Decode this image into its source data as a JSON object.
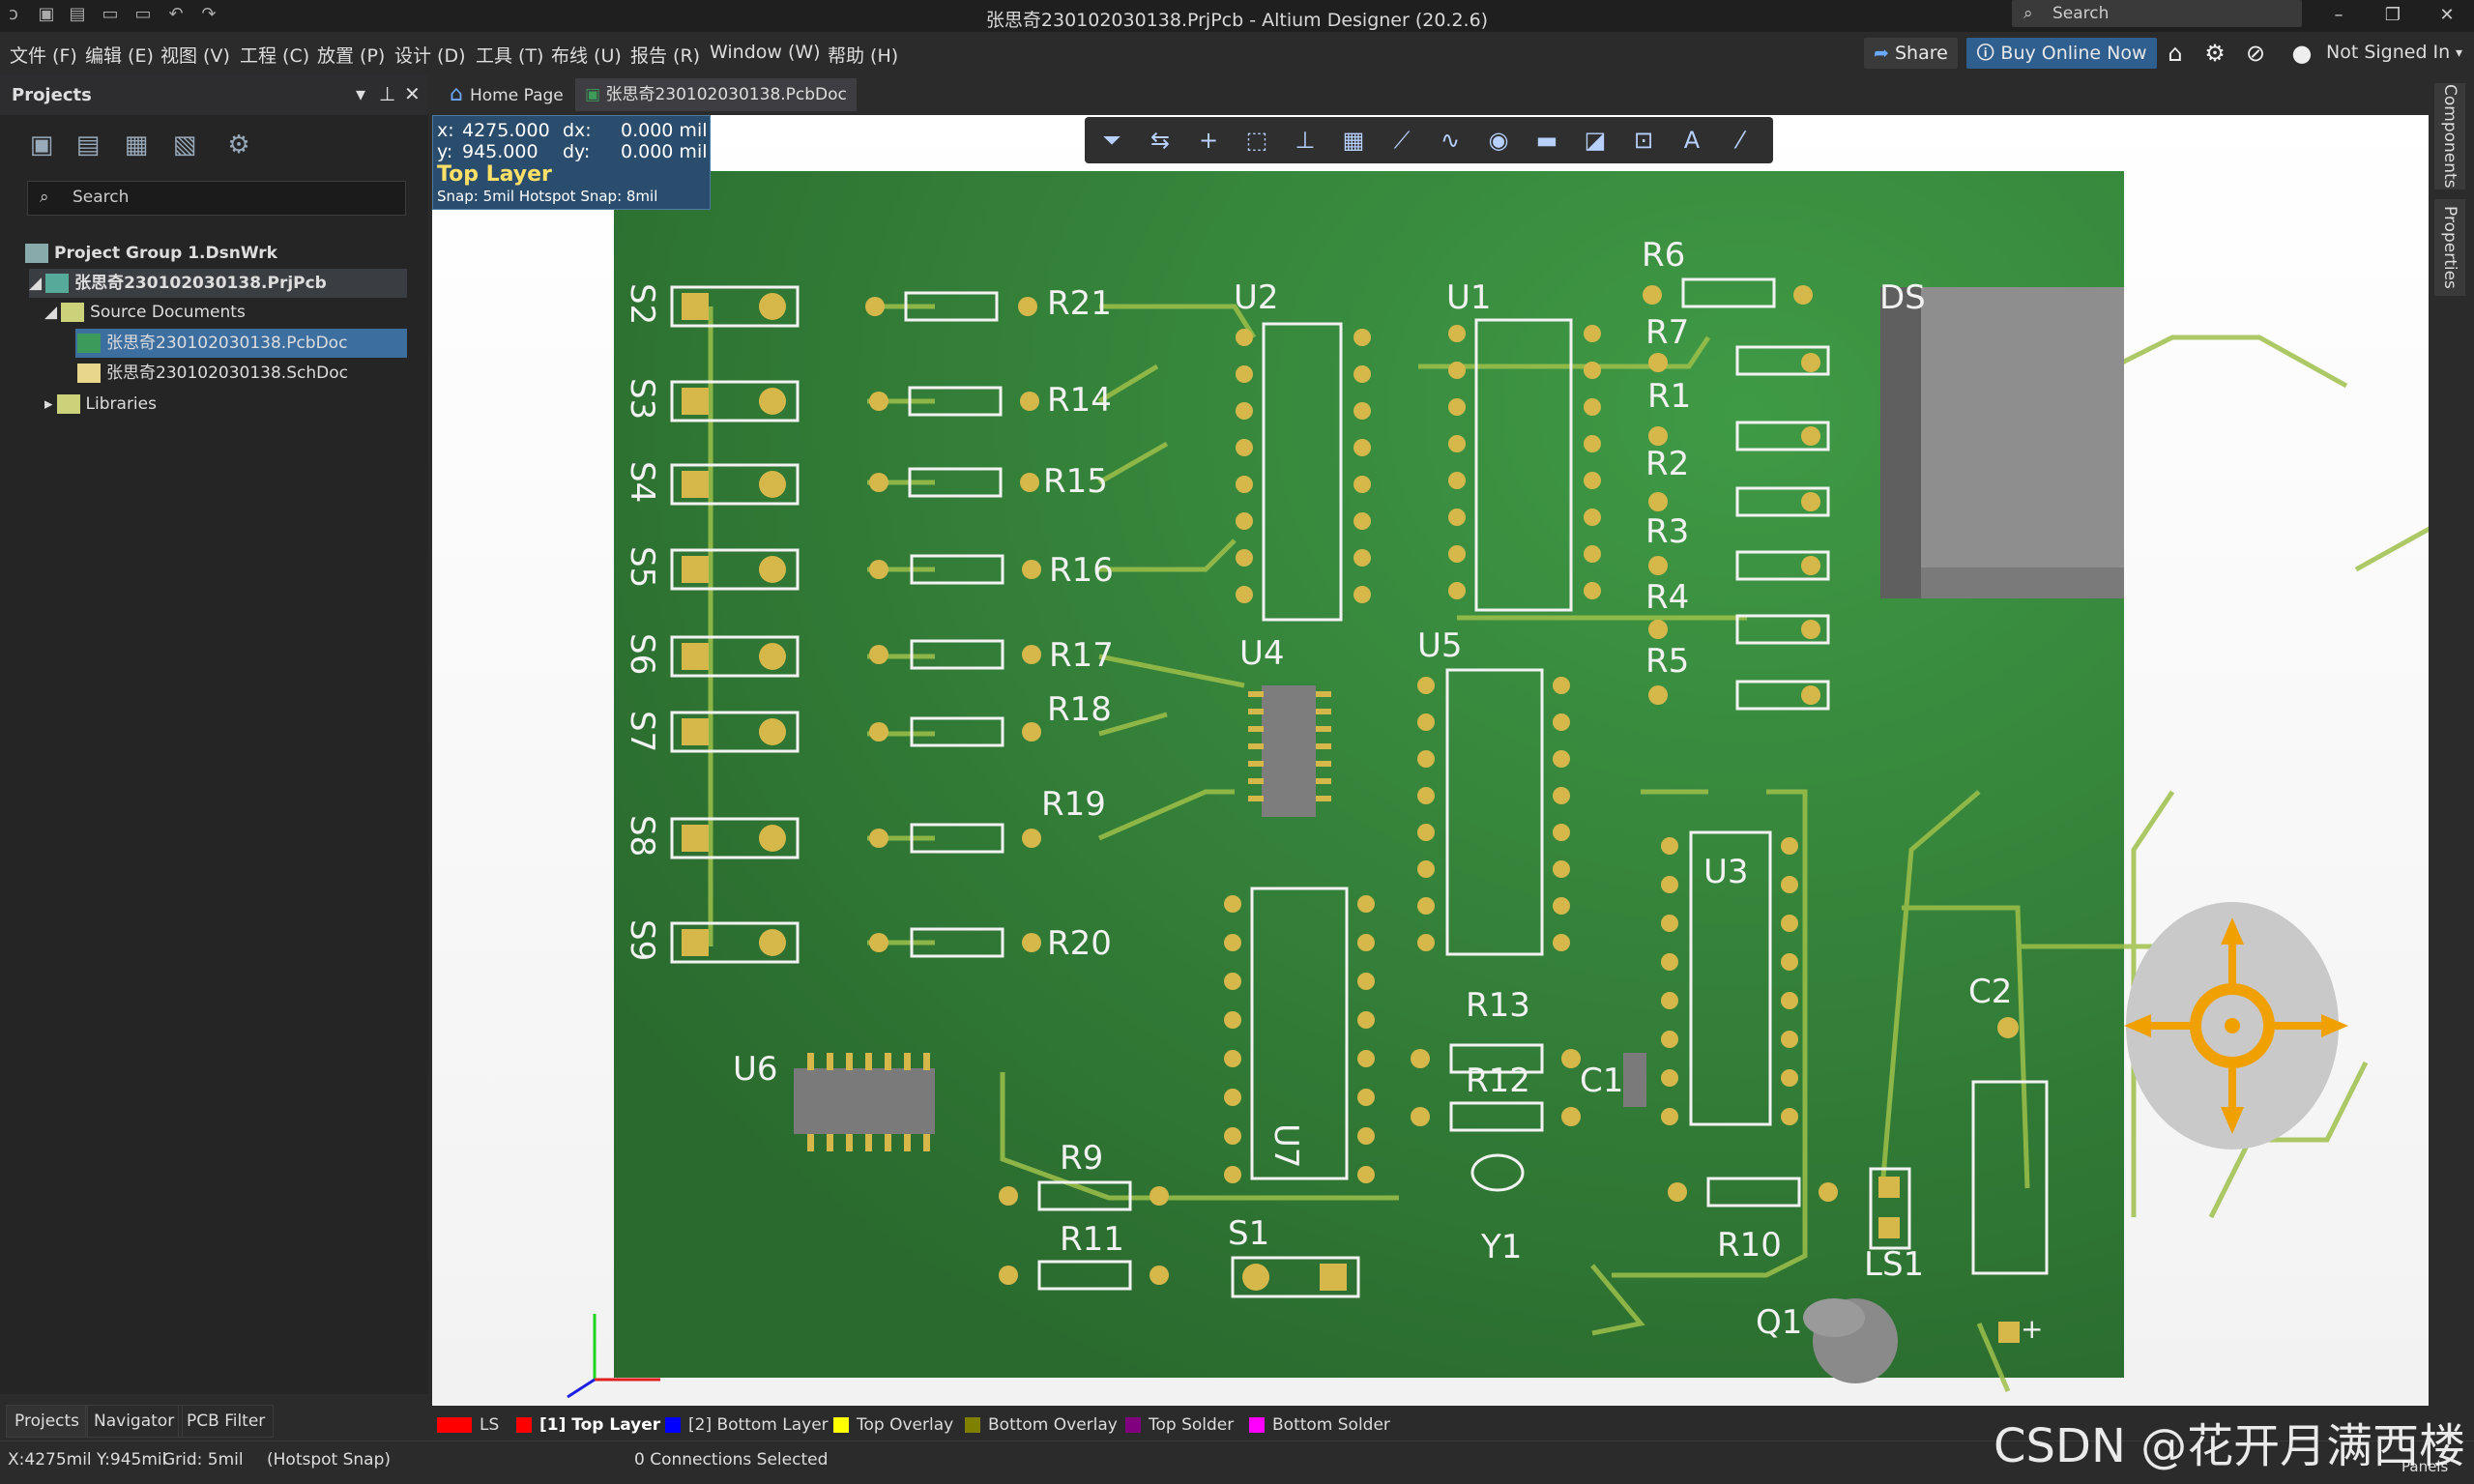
{
  "app": {
    "title": "张思奇230102030138.PrjPcb - Altium Designer (20.2.6)",
    "search_placeholder": "Search",
    "window_controls": {
      "minimize": "–",
      "restore": "❐",
      "close": "✕"
    }
  },
  "menu": {
    "items": [
      "文件 (F)",
      "编辑 (E)",
      "视图 (V)",
      "工程 (C)",
      "放置 (P)",
      "设计 (D)",
      "工具 (T)",
      "布线 (U)",
      "报告 (R)",
      "Window (W)",
      "帮助 (H)"
    ],
    "share_label": "Share",
    "buy_label": "Buy Online Now",
    "user_label": "Not Signed In"
  },
  "projects_panel": {
    "title": "Projects",
    "search_placeholder": "Search",
    "tree": {
      "group": "Project Group 1.DsnWrk",
      "project": "张思奇230102030138.PrjPcb",
      "source_folder": "Source Documents",
      "pcbdoc": "张思奇230102030138.PcbDoc",
      "schdoc": "张思奇230102030138.SchDoc",
      "libraries": "Libraries"
    },
    "bottom_tabs": [
      "Projects",
      "Navigator",
      "PCB Filter"
    ]
  },
  "doc_tabs": [
    "Home Page",
    "张思奇230102030138.PcbDoc"
  ],
  "hud": {
    "x_label": "x:",
    "x_value": "4275.000",
    "y_label": "y:",
    "y_value": "945.000",
    "dx_label": "dx:",
    "dx_value": "0.000 mil",
    "dy_label": "dy:",
    "dy_value": "0.000 mil",
    "layer": "Top Layer",
    "snap": "Snap: 5mil Hotspot Snap: 8mil"
  },
  "right_tabs": [
    "Components",
    "Properties"
  ],
  "pcb_labels": {
    "switches": [
      "S2",
      "S3",
      "S4",
      "S5",
      "S6",
      "S7",
      "S8",
      "S9"
    ],
    "resistors_left": [
      "R21",
      "R14",
      "R15",
      "R16",
      "R17",
      "R18",
      "R19",
      "R20"
    ],
    "resistors_right": [
      "R6",
      "R7",
      "R1",
      "R2",
      "R3",
      "R4",
      "R5"
    ],
    "ics": {
      "u1": "U1",
      "u2": "U2",
      "u3": "U3",
      "u4": "U4",
      "u5": "U5",
      "u6": "U6",
      "u7": "U7"
    },
    "others": {
      "r9": "R9",
      "r11": "R11",
      "r10": "R10",
      "r12": "R12",
      "r13": "R13",
      "s1": "S1",
      "y1": "Y1",
      "c1": "C1",
      "c2": "C2",
      "ls1": "LS1",
      "q1": "Q1",
      "ds": "DS",
      "plus": "+"
    }
  },
  "layers": {
    "ls": "LS",
    "items": [
      {
        "name": "[1] Top Layer",
        "color": "#ff0000"
      },
      {
        "name": "[2] Bottom Layer",
        "color": "#0000ff"
      },
      {
        "name": "Top Overlay",
        "color": "#ffff00"
      },
      {
        "name": "Bottom Overlay",
        "color": "#808000"
      },
      {
        "name": "Top Solder",
        "color": "#800080"
      },
      {
        "name": "Bottom Solder",
        "color": "#ff00ff"
      }
    ]
  },
  "status": {
    "coords": "X:4275mil Y:945mil",
    "grid": "Grid: 5mil",
    "snap": "(Hotspot Snap)",
    "selection": "0 Connections Selected",
    "panels": "Panels"
  },
  "watermark": "CSDN @花开月满西楼",
  "colors": {
    "board": "#2f7d32",
    "silk": "#f2f2f2",
    "pad": "#d6b84a",
    "hud_bg": "#2a4d6e",
    "highlight": "#3d6ea0"
  }
}
